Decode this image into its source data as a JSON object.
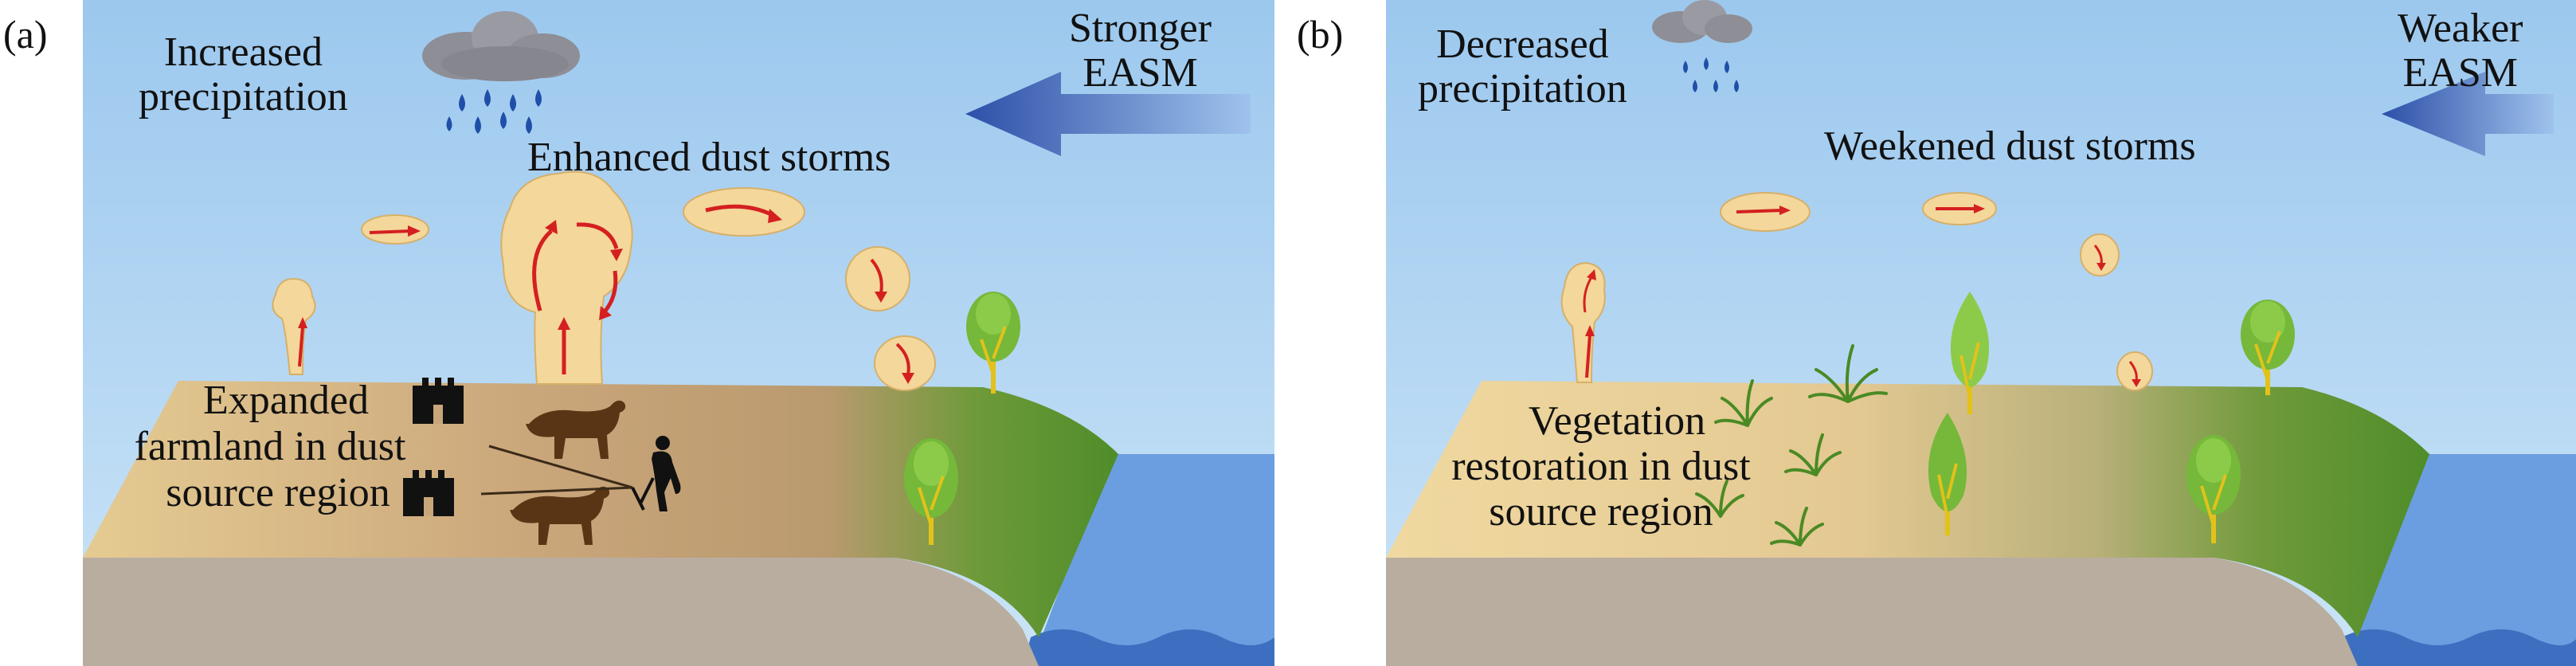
{
  "panel_a": {
    "label": "(a)",
    "precipitation": [
      "Increased",
      "precipitation"
    ],
    "monsoon": [
      "Stronger",
      "EASM"
    ],
    "dust": "Enhanced dust storms",
    "land_use": [
      "Expanded",
      "farmland in dust",
      "source region"
    ]
  },
  "panel_b": {
    "label": "(b)",
    "precipitation": [
      "Decreased",
      "precipitation"
    ],
    "monsoon": [
      "Weaker",
      "EASM"
    ],
    "dust": "Weekened dust storms",
    "land_use": [
      "Vegetation",
      "restoration in dust",
      "source region"
    ]
  },
  "colors": {
    "sky": "#a7cff0",
    "soil": "#d8bb8a",
    "ground_side": "#b9ada0",
    "grass": "#5f9a2e",
    "water": "#6a9ee0",
    "arrow": "#3a5fb5",
    "dust_cloud": "#f4d79a",
    "dust_arrow": "#d42020"
  }
}
